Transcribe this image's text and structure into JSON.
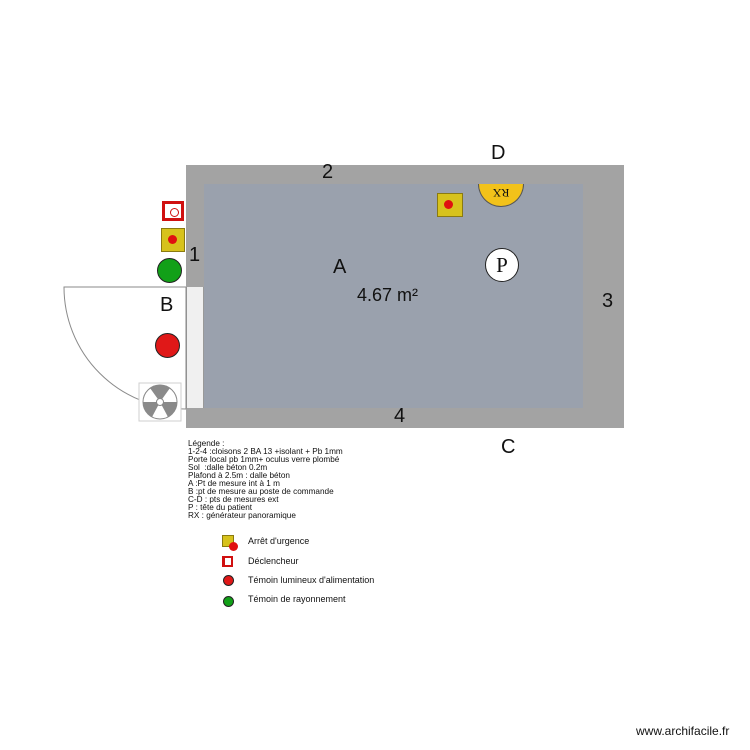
{
  "walls": [
    "1",
    "2",
    "3",
    "4"
  ],
  "points": {
    "A": "A",
    "B": "B",
    "C": "C",
    "D": "D"
  },
  "room": {
    "area": "4.67 m²"
  },
  "patient_symbol": "P",
  "generator_symbol": "RX",
  "legend": {
    "title": "Légende :",
    "lines": [
      "1-2-4 :cloisons 2 BA 13 +isolant + Pb 1mm",
      "Porte local pb 1mm+ oculus verre plombé",
      "Sol  :dalle béton 0.2m",
      "Plafond à 2.5m : dalle béton",
      "A :Pt de mesure int à 1 m",
      "B :pt de mesure au poste de commande",
      "C-D : pts de mesures ext",
      "P : tête du patient",
      "RX : générateur panoramique"
    ],
    "keys": [
      {
        "icon": "emergency-stop-icon",
        "label": "Arrêt d'urgence"
      },
      {
        "icon": "trigger-icon",
        "label": "Déclencheur"
      },
      {
        "icon": "red-indicator-icon",
        "label": "Témoin lumineux d'alimentation"
      },
      {
        "icon": "green-indicator-icon",
        "label": "Témoin de rayonnement"
      }
    ]
  },
  "credit": "www.archifacile.fr",
  "colors": {
    "wall": "#a3a3a3",
    "floor": "#9aa1ad",
    "generator": "#f2c21a",
    "emergency_stop": "#d7c21c",
    "red": "#e01818",
    "green": "#12a018"
  }
}
